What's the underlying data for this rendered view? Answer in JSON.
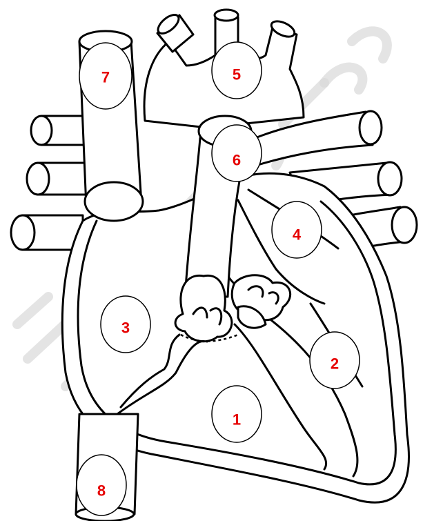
{
  "diagram": {
    "labels": [
      {
        "id": "label-1",
        "text": "1"
      },
      {
        "id": "label-2",
        "text": "2"
      },
      {
        "id": "label-3",
        "text": "3"
      },
      {
        "id": "label-4",
        "text": "4"
      },
      {
        "id": "label-5",
        "text": "5"
      },
      {
        "id": "label-6",
        "text": "6"
      },
      {
        "id": "label-7",
        "text": "7"
      },
      {
        "id": "label-8",
        "text": "8"
      }
    ],
    "colors": {
      "label_text": "#e60000",
      "line": "#000000",
      "background": "#ffffff",
      "watermark": "#d9d9d9"
    }
  }
}
